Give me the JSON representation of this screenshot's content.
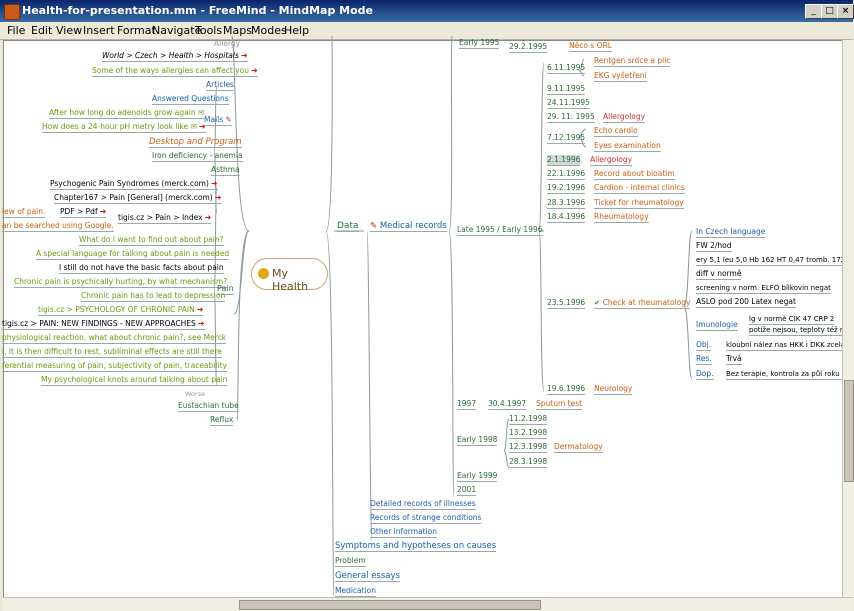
{
  "window": {
    "title": "Health-for-presentation.mm - FreeMind - MindMap Mode",
    "buttons": [
      "_",
      "□",
      "×"
    ]
  },
  "menu": [
    "File",
    "Edit",
    "View",
    "Insert",
    "Format",
    "Navigate",
    "Tools",
    "Maps",
    "Modes",
    "Help"
  ],
  "root": "My Health",
  "left": {
    "n_top": "Allergy",
    "hosp": "World > Czech > Health > Hospitals",
    "ways": "Some of the ways allergies can affect you",
    "articles": "Articles",
    "answered": "Answered Questions",
    "adenoids": "After how long do adenoids grow again",
    "ph": "How does a 24-hour pH metry look like",
    "mails": "Mails",
    "desktop": "Desktop and Program",
    "iron": "Iron deficiency - anemia",
    "asthma": "Asthma",
    "psycho": "Psychogenic Pain Syndromes (merck.com)",
    "chapter": "Chapter167 > Pain [General] (merck.com)",
    "view": "iew of pain.",
    "pdf": "PDF > Pdf",
    "tigis1": "tigis.cz > Pain > Index",
    "google": "an be searched using Google.",
    "wants": "What do I want to find out about pain?",
    "special": "A special language for talking about pain is needed",
    "still": "I still do not have the basic facts about pain",
    "chronic": "Chronic pain is psychically hurting, by what mechanism?",
    "depr": "Chronic pain has to lead to depression",
    "psychol": "tigis.cz > PSYCHOLOGY OF CHRONIC PAIN",
    "newf": "tigis.cz > PAIN: NEW FINDINGS - NEW APPROACHES",
    "phys": "physiological reaction, what about chronic pain?, see Merck",
    "rest": "l, it is then difficult to rest, subliminal effects are still there",
    "diff": "ferential measuring of pain, subjectivity of pain, traceability",
    "knots": "My psychological knots around talking about pain",
    "pain": "Pain",
    "worse": "Worse",
    "eust": "Eustachian tube",
    "reflux": "Reflux"
  },
  "right": {
    "data": "Data",
    "medrec": "Medical records",
    "early95": "Early 1995",
    "d1": "29.2.1995",
    "neco": "Něco s ORL",
    "d2": "6.11.1995",
    "rent": "Rentgen srdce a plic",
    "ekg": "EKG vyšetření",
    "d3": "9.11.1995",
    "d4": "24.11.1995",
    "d5": "29. 11. 1995",
    "aller1": "Allergology",
    "d6": "7.12.1995",
    "echo": "Echo cardio",
    "eyes": "Eyes examination",
    "d7": "2.1.1996",
    "aller2": "Allergology",
    "d8": "22.1.1996",
    "record": "Record about bioatim",
    "d9": "19.2.1996",
    "cardion": "Cardion - internal clinics",
    "d10": "28.3.1996",
    "ticket": "Ticket for rheumatology",
    "d11": "18.4.1996",
    "rheum": "Rheumatology",
    "late95": "Late 1995 / Early 1996",
    "d12": "23.5.1996",
    "check": "Check at rheumatology",
    "czech": "In Czech language",
    "fw": "FW 2/hod",
    "ery": "ery 5,1 leu 5,0 Hb 162 HT 0,47 tromb. 172",
    "diffn": "diff v normě",
    "scr": "screening v norm. ELFO bílkovin negat",
    "aslo": "ASLO pod 200 Latex negat",
    "imun": "Imunologie",
    "imunt": "lg v normě  CIK 47  CRP 2",
    "potize": "potíže nejsou, teploty též ne.",
    "obj": "Obj.",
    "objt": "kloubní nález nas HKK i DKK zcela k",
    "res": "Res.",
    "trva": "Trvá",
    "dop": "Dop.",
    "dopt": "Bez terapie, kontrola za půl roku s o",
    "d13": "19.6.1996",
    "neuro": "Neurology",
    "y1997": "1997",
    "d14": "30.4.1997",
    "sputum": "Sputum test",
    "d15": "11.2.1998",
    "d16": "13.2.1998",
    "early98": "Early 1998",
    "d17": "12.3.1998",
    "derm": "Dermatology",
    "d18": "28.3.1998",
    "early99": "Early 1999",
    "y2001": "2001",
    "detailed": "Detailed records of illnesses",
    "strange": "Records of strange conditions",
    "otherinfo": "Other information",
    "symptoms": "Symptoms and hypotheses on causes",
    "problem": "Problem",
    "essays": "General essays",
    "medication": "Medication"
  },
  "colors": {
    "green": "#6a9a10",
    "blue": "#1c5fa8",
    "orange": "#c86014",
    "red": "#d83030"
  }
}
